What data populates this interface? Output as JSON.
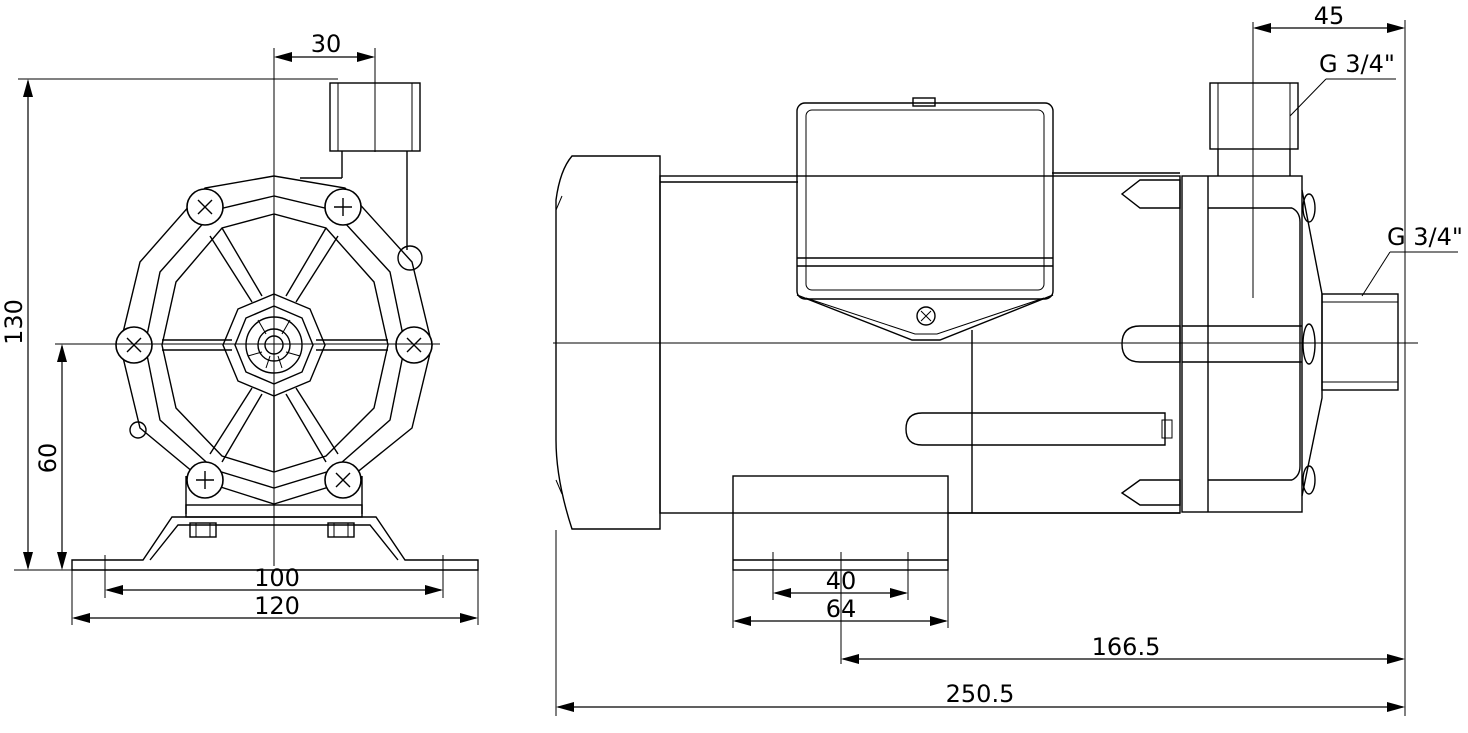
{
  "dimensions": {
    "d30": "30",
    "d130": "130",
    "d60": "60",
    "d100": "100",
    "d120": "120",
    "d45": "45",
    "d40": "40",
    "d64": "64",
    "d166": "166.5",
    "d250": "250.5"
  },
  "threads": {
    "outlet": "G 3/4\"",
    "inlet": "G 3/4\""
  }
}
